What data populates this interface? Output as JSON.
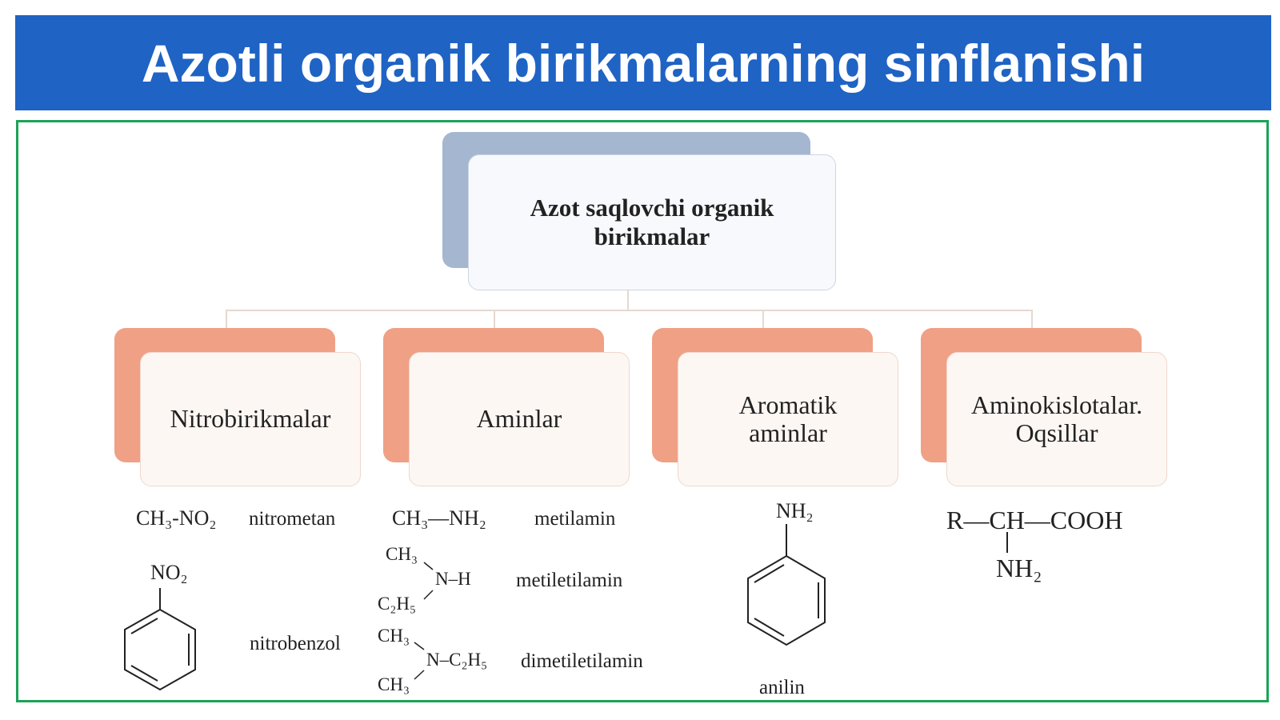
{
  "title": "Azotli organik birikmalarning sinflanishi",
  "colors": {
    "title_bg": "#1f63c4",
    "frame": "#1aa357",
    "root_back": "#a5b6d0",
    "category_back": "#f0a085"
  },
  "root": {
    "line1": "Azot saqlovchi organik",
    "line2": "birikmalar"
  },
  "categories": [
    {
      "label": "Nitrobirikmalar"
    },
    {
      "label": "Aminlar"
    },
    {
      "line1": "Aromatik",
      "line2": "aminlar"
    },
    {
      "line1": "Aminokislotalar.",
      "line2": "Oqsillar"
    }
  ],
  "examples": {
    "nitromethane": {
      "formula": "CH₃-NO₂",
      "name": "nitrometan"
    },
    "nitrobenzene": {
      "group": "NO₂",
      "name": "nitrobenzol"
    },
    "methylamine": {
      "formula": "CH₃—NH₂",
      "name": "metilamin"
    },
    "methylethylamine": {
      "sub1": "CH₃",
      "sub2": "C₂H₅",
      "center": "N–H",
      "name": "metiletilamin"
    },
    "dimethylethylamine": {
      "sub1": "CH₃",
      "sub2": "CH₃",
      "center": "N–C₂H₅",
      "name": "dimetiletilamin"
    },
    "aniline": {
      "group": "NH₂",
      "name": "anilin"
    },
    "amino_acid": {
      "chain": "R—CH—COOH",
      "group": "NH₂"
    }
  }
}
